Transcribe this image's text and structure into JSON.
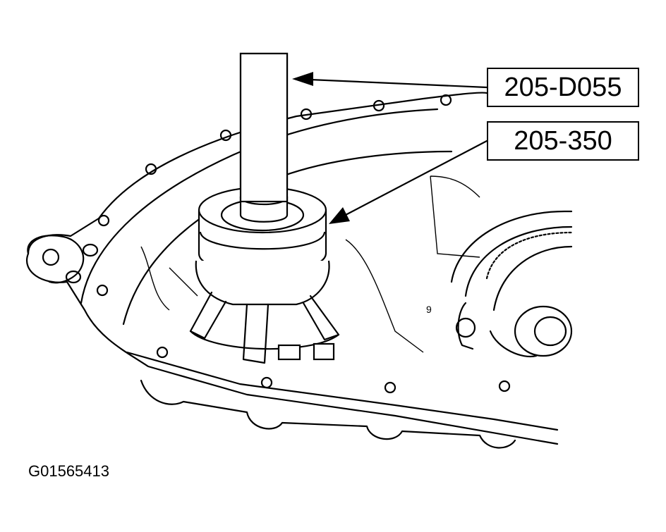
{
  "callouts": [
    {
      "label": "205-D055"
    },
    {
      "label": "205-350"
    }
  ],
  "figure_id": "G01565413"
}
